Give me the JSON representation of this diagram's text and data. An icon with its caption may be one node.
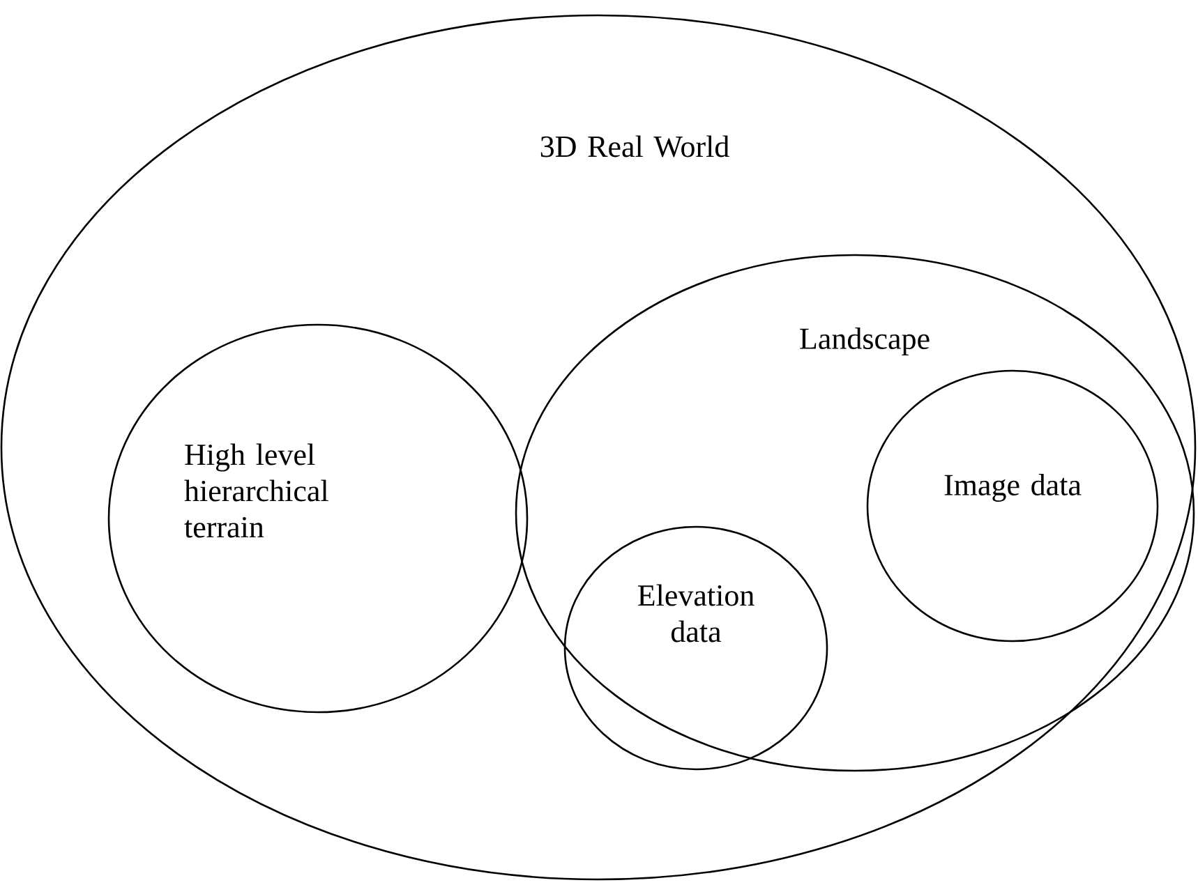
{
  "diagram": {
    "nodes": [
      {
        "text": [
          "3D Real World"
        ]
      },
      {
        "text": [
          "Landscape"
        ],
        "in": 0
      },
      {
        "text": [
          "High level hierarchical terrain"
        ],
        "in": 0
      },
      {
        "text": [
          "Elevation data"
        ],
        "in": 1
      },
      {
        "text": [
          "Image data"
        ],
        "in": 1
      }
    ]
  }
}
